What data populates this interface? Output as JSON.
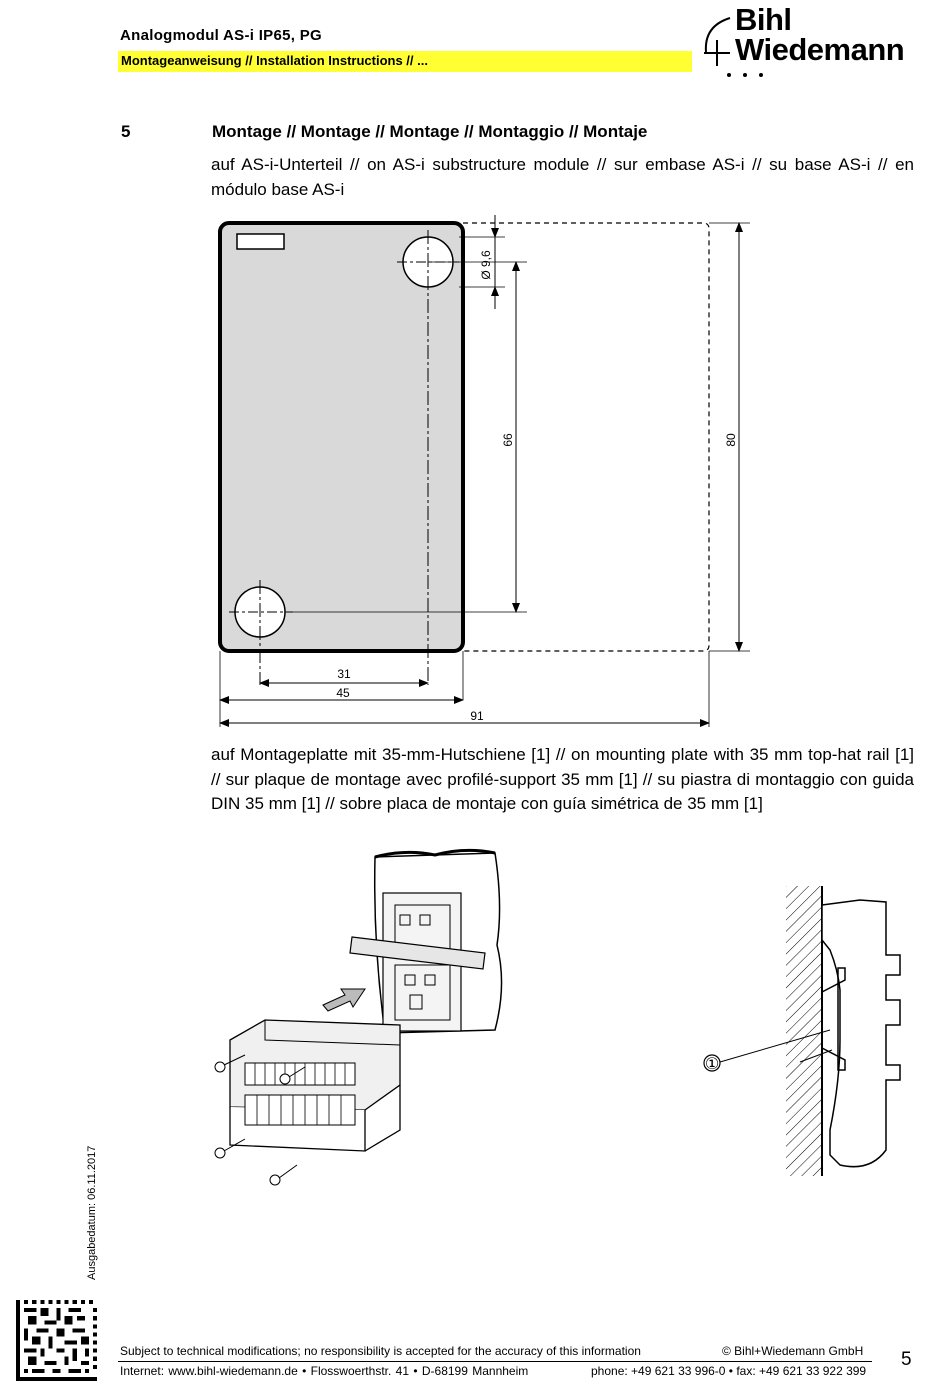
{
  "header": {
    "title": "Analogmodul AS-i IP65, PG",
    "subtitle": "Montageanweisung // Installation Instructions // ...",
    "logo_line1": "Bihl",
    "logo_line2": "Wiedemann"
  },
  "section": {
    "number": "5",
    "title": "Montage // Montage // Montage // Montaggio // Montaje",
    "para1": "auf AS-i-Unterteil // on AS-i substructure module // sur embase AS-i // su base AS-i // en módulo base AS-i",
    "para2": "auf Montageplatte mit 35-mm-Hutschiene [1] // on mounting plate with 35 mm top-hat rail [1] // sur plaque de montage avec profilé-support 35 mm [1] // su piastra di montaggio con guida DIN 35 mm [1] // sobre placa de montaje con guía simétrica de 35 mm [1]"
  },
  "drawing": {
    "dim_hole": "Ø 9,6",
    "dim_66": "66",
    "dim_80": "80",
    "dim_31": "31",
    "dim_45": "45",
    "dim_91": "91"
  },
  "rail_callout": "①",
  "side_date": "Ausgabedatum: 06.11.2017",
  "footer": {
    "disclaimer": "Subject to technical modifications; no responsibility is accepted for the accuracy of this information",
    "copyright": "© Bihl+Wiedemann GmbH",
    "address": "Internet: www.bihl-wiedemann.de  •  Flosswoerthstr. 41  •  D-68199 Mannheim",
    "contact": "phone: +49 621 33 996-0 • fax: +49 621 33 922 399",
    "page": "5"
  },
  "colors": {
    "highlight": "#ffff33",
    "module_fill": "#d9d9d9"
  }
}
